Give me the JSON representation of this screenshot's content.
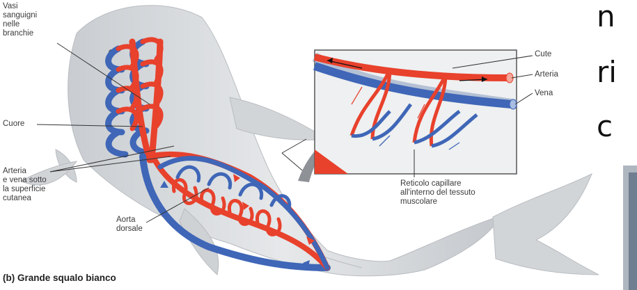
{
  "diagram": {
    "labels": {
      "gill_vessels": "Vasi\nsanguigni\nnelle\nbranchie",
      "heart": "Cuore",
      "artery_vein": "Arteria\ne vena sotto\nla superficie\ncutanea",
      "dorsal_aorta": "Aorta\ndorsale",
      "skin": "Cute",
      "artery": "Arteria",
      "vein": "Vena",
      "capillary_network": "Reticolo capillare\nall'interno del tessuto\nmuscolare"
    },
    "caption": "(b) Grande squalo bianco"
  },
  "slide_text": [
    "n",
    "ri",
    "c"
  ],
  "colors": {
    "artery": "#e8412c",
    "vein": "#3f66b7",
    "shark_body": "#d9dcdf",
    "inset_background": "#eef0f1"
  }
}
